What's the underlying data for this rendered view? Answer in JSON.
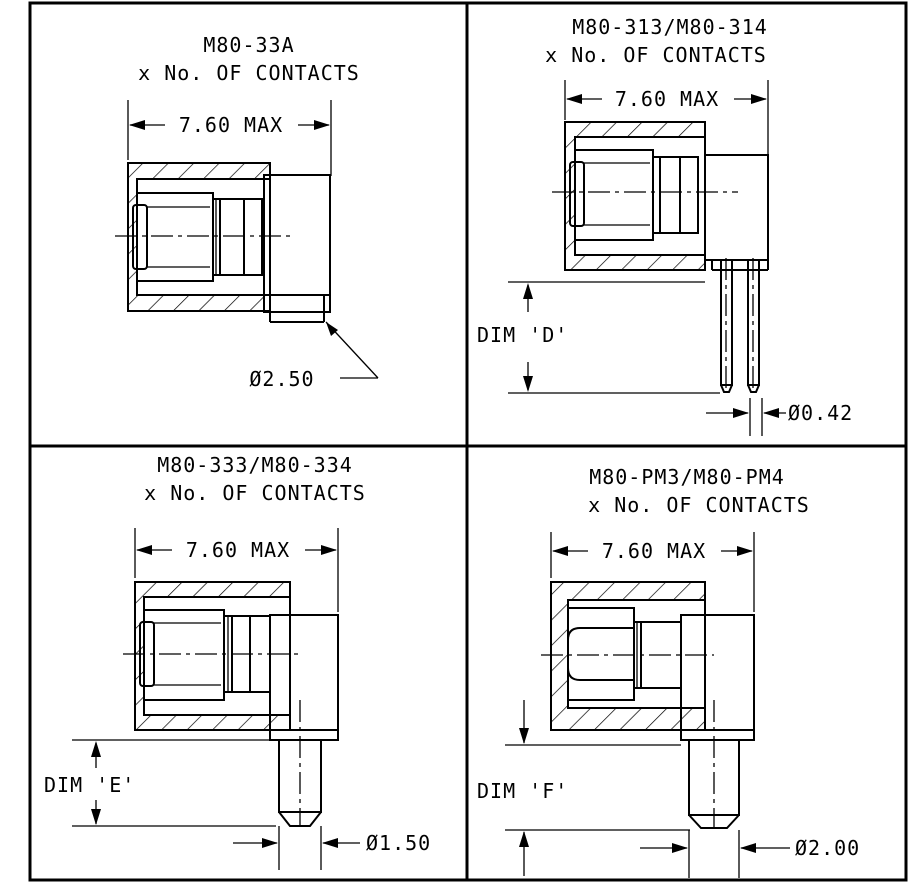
{
  "panels": [
    {
      "id": "tl",
      "title": "M80-33A",
      "subtitle": "x No. OF CONTACTS",
      "width_dim": "7.60 MAX",
      "dia": "Ø2.50"
    },
    {
      "id": "tr",
      "title": "M80-313/M80-314",
      "subtitle": "x No. OF CONTACTS",
      "width_dim": "7.60 MAX",
      "dim_label": "DIM 'D'",
      "dia": "Ø0.42"
    },
    {
      "id": "bl",
      "title": "M80-333/M80-334",
      "subtitle": "x No. OF CONTACTS",
      "width_dim": "7.60 MAX",
      "dim_label": "DIM 'E'",
      "dia": "Ø1.50"
    },
    {
      "id": "br",
      "title": "M80-PM3/M80-PM4",
      "subtitle": "x No. OF CONTACTS",
      "width_dim": "7.60 MAX",
      "dim_label": "DIM 'F'",
      "dia": "Ø2.00"
    }
  ]
}
